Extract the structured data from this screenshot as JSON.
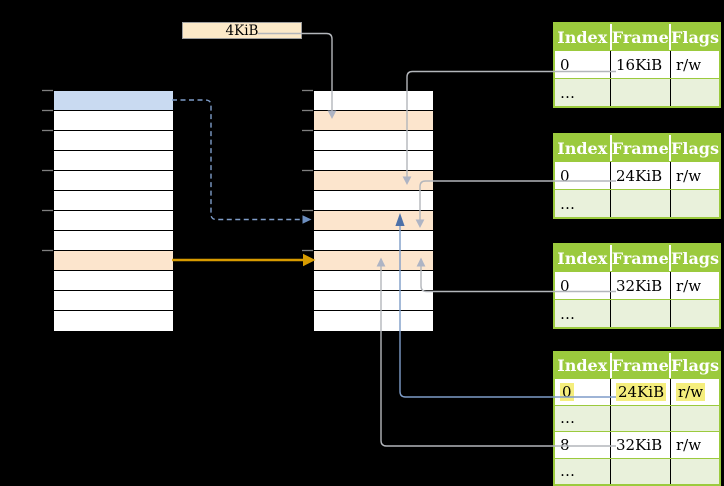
{
  "size_label": "4KiB",
  "memory_columns": {
    "virtual": {
      "row_fills": [
        "blue",
        "white",
        "white",
        "white",
        "white",
        "white",
        "white",
        "white",
        "orange",
        "white",
        "white",
        "white"
      ]
    },
    "physical": {
      "row_fills": [
        "white",
        "orange",
        "white",
        "white",
        "orange",
        "white",
        "orange",
        "white",
        "orange",
        "white",
        "white",
        "white"
      ]
    }
  },
  "page_tables": [
    {
      "headers": [
        "Index",
        "Frame",
        "Flags"
      ],
      "rows": [
        [
          "0",
          "16KiB",
          "r/w"
        ],
        [
          "…",
          "",
          ""
        ]
      ]
    },
    {
      "headers": [
        "Index",
        "Frame",
        "Flags"
      ],
      "rows": [
        [
          "0",
          "24KiB",
          "r/w"
        ],
        [
          "…",
          "",
          ""
        ]
      ]
    },
    {
      "headers": [
        "Index",
        "Frame",
        "Flags"
      ],
      "rows": [
        [
          "0",
          "32KiB",
          "r/w"
        ],
        [
          "…",
          "",
          ""
        ]
      ]
    },
    {
      "headers": [
        "Index",
        "Frame",
        "Flags"
      ],
      "rows": [
        [
          "0",
          "24KiB",
          "r/w"
        ],
        [
          "…",
          "",
          ""
        ],
        [
          "8",
          "32KiB",
          "r/w"
        ],
        [
          "…",
          "",
          ""
        ]
      ],
      "highlight_row": 0
    }
  ],
  "colors": {
    "green": "#9BCA3D",
    "light_green": "#E9F1DB",
    "cream": "#FCE9C8",
    "blue_row": "#C9DAF1",
    "orange_row": "#FCE5CD",
    "yellow_highlight": "#F5EE7D",
    "orange_arrow": "#D79B00",
    "gray_line": "#B3B6BB",
    "gray_arrow": "#AEB4C4",
    "blue_line": "#7E9CC8",
    "blue_arrow": "#4D71A8",
    "blue_arrow_light": "#6C8EBF",
    "tick_gray": "#7F7F7F"
  }
}
